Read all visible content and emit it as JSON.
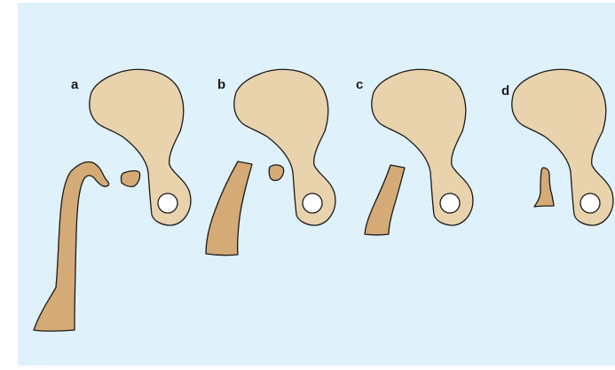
{
  "figure": {
    "background_color": "#dff1fb",
    "pelvis_color": "#e8d3ad",
    "femur_color": "#d4aa76",
    "outline_color": "#1a1a1a",
    "panels": [
      {
        "label": "a"
      },
      {
        "label": "b"
      },
      {
        "label": "c"
      },
      {
        "label": "d"
      }
    ]
  }
}
